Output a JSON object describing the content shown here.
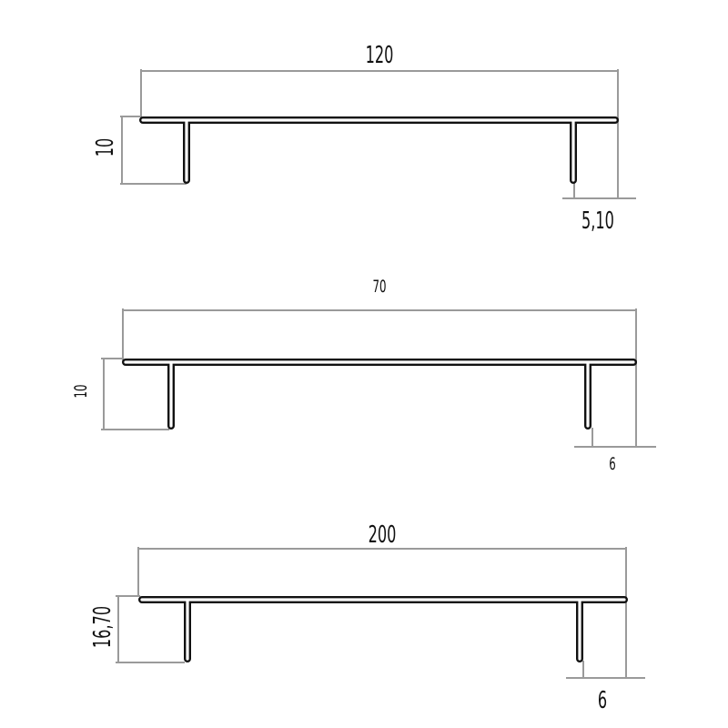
{
  "profiles": [
    {
      "width_label": "120",
      "height_label": "10",
      "offset_label": "5,10"
    },
    {
      "width_label": "70",
      "height_label": "10",
      "offset_label": "6"
    },
    {
      "width_label": "200",
      "height_label": "16,70",
      "offset_label": "6"
    }
  ]
}
